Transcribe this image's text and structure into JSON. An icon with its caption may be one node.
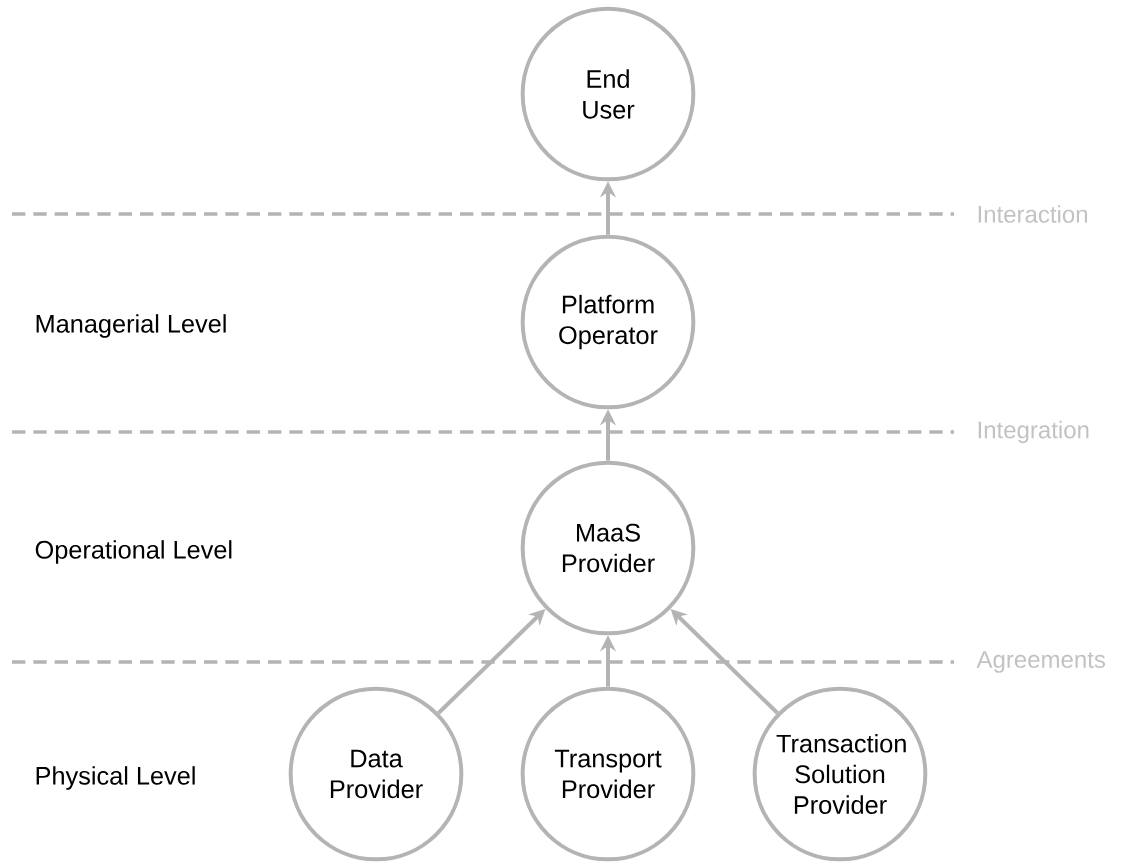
{
  "diagram": {
    "nodes": [
      {
        "text": [
          "End User"
        ]
      },
      {
        "text": [
          "Platform Operator"
        ]
      },
      {
        "text": [
          "MaaS Provider"
        ]
      },
      {
        "text": [
          "Data Provider"
        ]
      },
      {
        "text": [
          "Transport Provider"
        ]
      },
      {
        "text": [
          "Transaction Solution Provider"
        ]
      }
    ],
    "edges": [
      {
        "from": 1,
        "to": 0,
        "arrow": "to"
      },
      {
        "from": 2,
        "to": 1,
        "arrow": "to"
      },
      {
        "from": 3,
        "to": 2,
        "arrow": "to"
      },
      {
        "from": 4,
        "to": 2,
        "arrow": "to"
      },
      {
        "from": 5,
        "to": 2,
        "arrow": "to"
      }
    ],
    "labels": [
      "Interaction",
      "Managerial Level",
      "Integration",
      "Operational Level",
      "Agreements",
      "Physical Level"
    ]
  }
}
